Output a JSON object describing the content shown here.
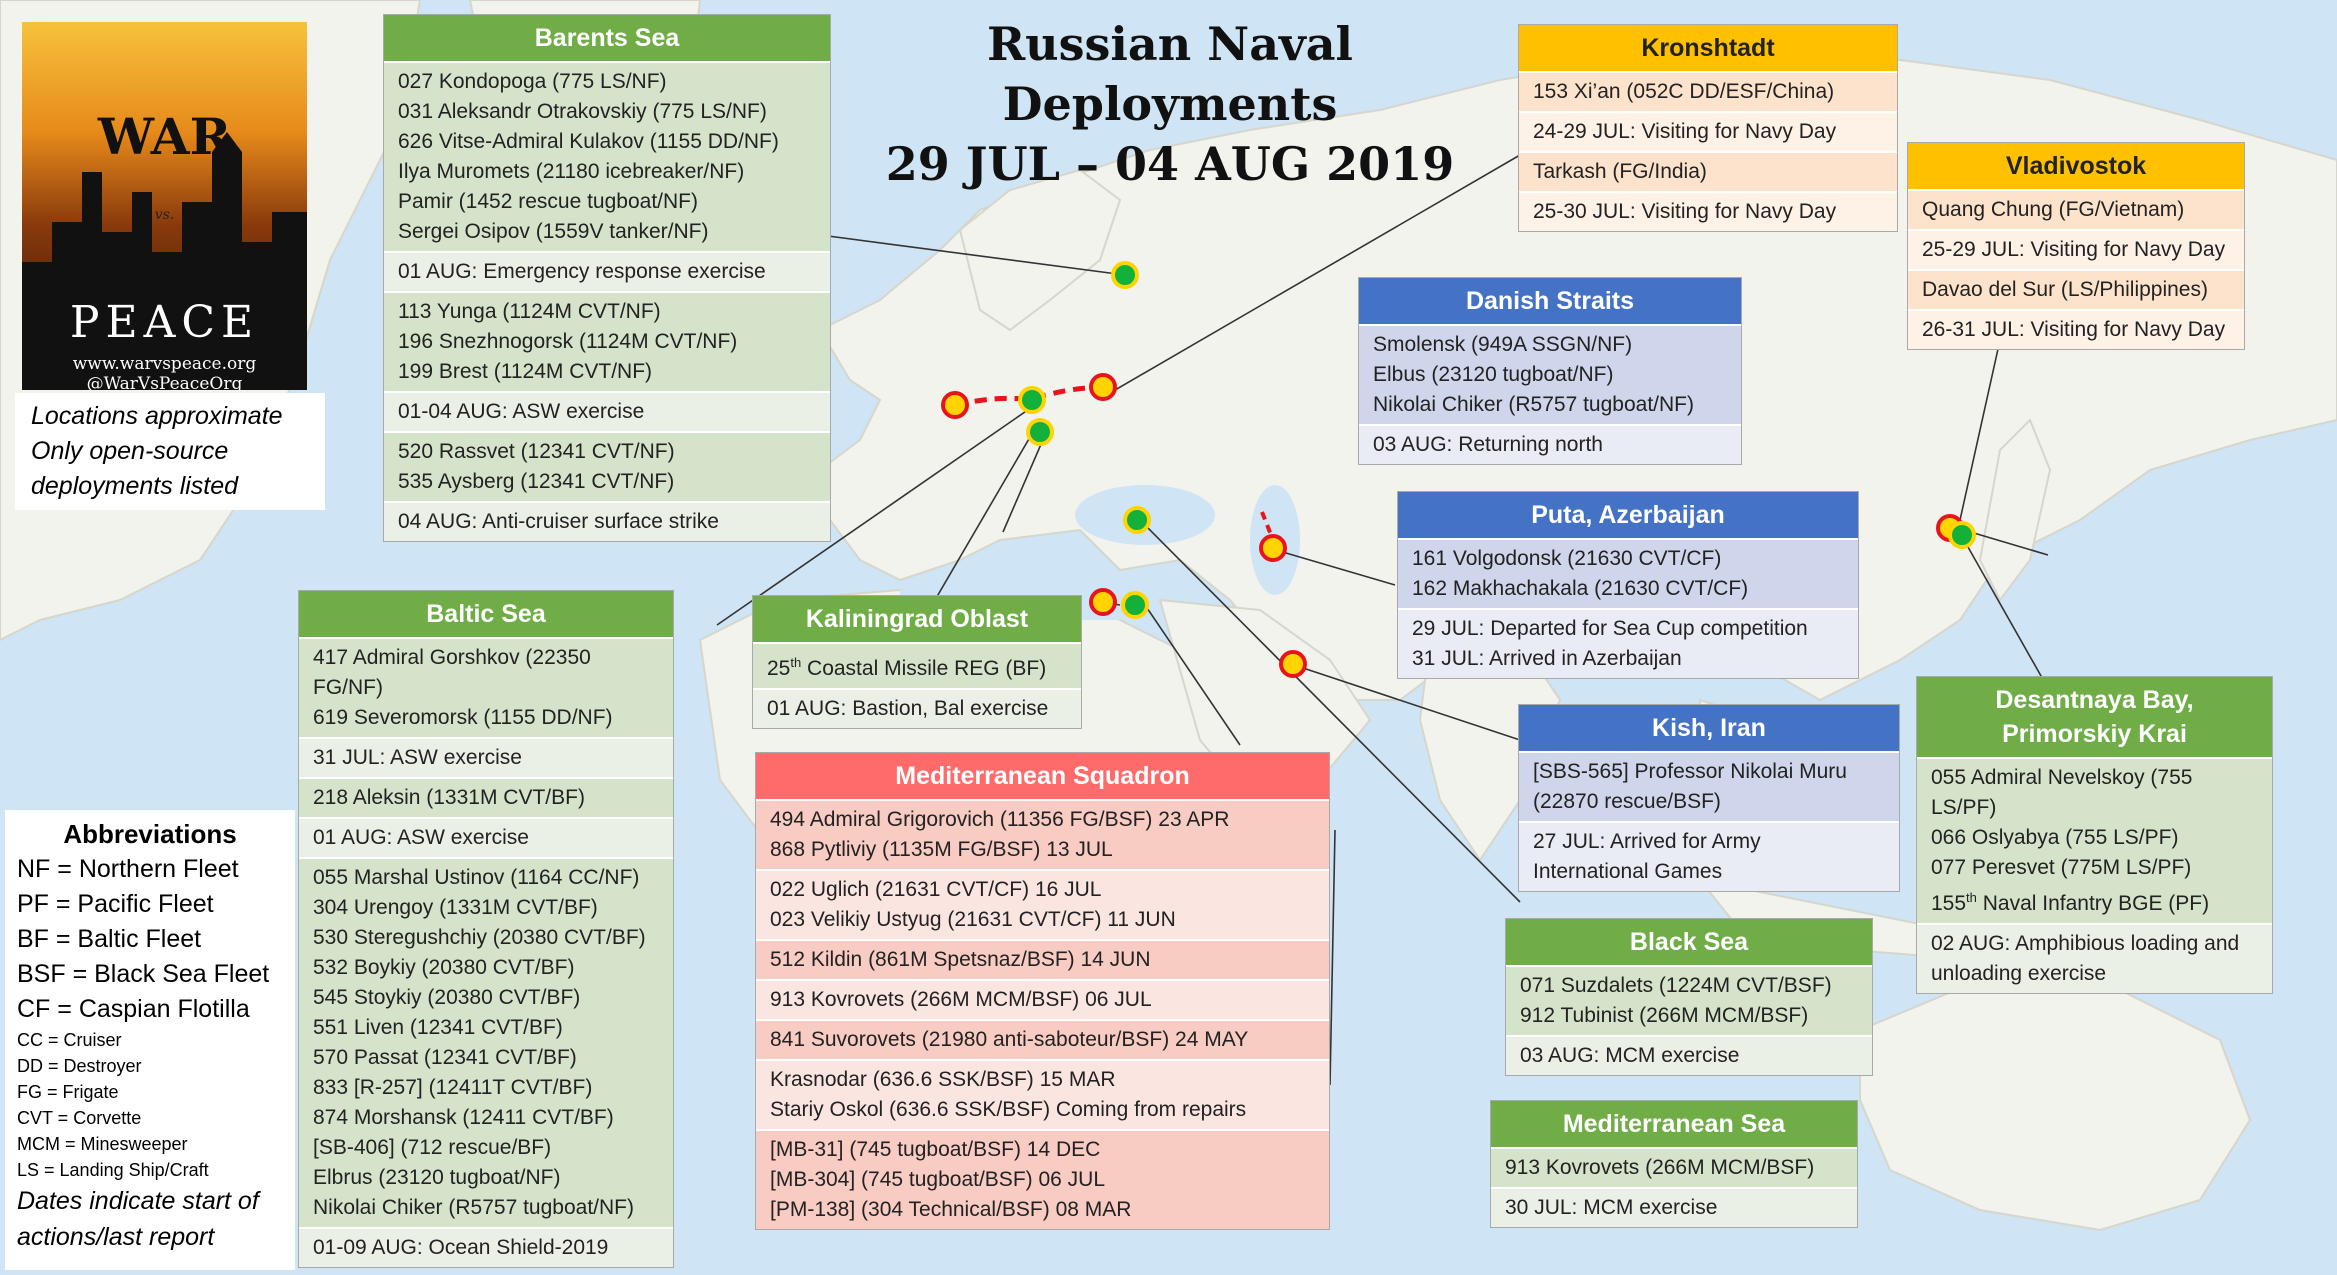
{
  "title": {
    "line1": "Russian Naval Deployments",
    "line2": "29 JUL – 04 AUG 2019"
  },
  "logo": {
    "war": "WAR",
    "vs": "vs.",
    "peace": "PEACE",
    "url1": "www.warvspeace.org",
    "url2": "@WarVsPeaceOrg"
  },
  "note": [
    "Locations approximate",
    "Only open-source",
    "deployments listed"
  ],
  "abbreviations": {
    "title": "Abbreviations",
    "fleets": [
      "NF = Northern Fleet",
      "PF = Pacific Fleet",
      "BF = Baltic Fleet",
      "BSF = Black Sea Fleet",
      "CF = Caspian Flotilla"
    ],
    "types": [
      "CC = Cruiser",
      "DD = Destroyer",
      "FG = Frigate",
      "CVT = Corvette",
      "MCM = Minesweeper",
      "LS = Landing Ship/Craft"
    ],
    "footnote": [
      "Dates indicate start of",
      "actions/last report"
    ]
  },
  "barents": {
    "header": "Barents Sea",
    "sections": [
      [
        "027 Kondopoga (775 LS/NF)",
        "031 Aleksandr Otrakovskiy (775 LS/NF)",
        "626 Vitse-Admiral Kulakov (1155 DD/NF)",
        "Ilya Muromets (21180 icebreaker/NF)",
        "Pamir (1452 rescue tugboat/NF)",
        "Sergei Osipov (1559V tanker/NF)"
      ],
      [
        "01 AUG: Emergency response exercise"
      ],
      [
        "113 Yunga (1124M CVT/NF)",
        "196 Snezhnogorsk (1124M CVT/NF)",
        "199 Brest (1124M CVT/NF)"
      ],
      [
        "01-04 AUG: ASW exercise"
      ],
      [
        "520 Rassvet (12341 CVT/NF)",
        "535 Aysberg (12341 CVT/NF)"
      ],
      [
        "04 AUG: Anti-cruiser surface strike"
      ]
    ]
  },
  "baltic": {
    "header": "Baltic Sea",
    "sections": [
      [
        "417 Admiral Gorshkov (22350 FG/NF)",
        "619 Severomorsk (1155 DD/NF)"
      ],
      [
        "31 JUL: ASW exercise"
      ],
      [
        "218 Aleksin (1331M CVT/BF)"
      ],
      [
        "01 AUG: ASW exercise"
      ],
      [
        "055 Marshal Ustinov (1164 CC/NF)",
        "304 Urengoy (1331M CVT/BF)",
        "530 Steregushchiy (20380 CVT/BF)",
        "532 Boykiy (20380 CVT/BF)",
        "545 Stoykiy (20380 CVT/BF)",
        "551 Liven (12341 CVT/BF)",
        "570 Passat (12341 CVT/BF)",
        "833 [R-257] (12411T CVT/BF)",
        "874 Morshansk (12411 CVT/BF)",
        "[SB-406] (712 rescue/BF)",
        "Elbrus (23120 tugboat/NF)",
        "Nikolai Chiker (R5757 tugboat/NF)"
      ],
      [
        "01-09 AUG: Ocean Shield-2019"
      ]
    ]
  },
  "kaliningrad": {
    "header": "Kaliningrad Oblast",
    "unit_num": "25",
    "unit_sup": "th",
    "unit_rest": " Coastal Missile REG (BF)",
    "event": "01 AUG: Bastion, Bal exercise"
  },
  "med_squadron": {
    "header": "Mediterranean Squadron",
    "sections": [
      [
        "494 Admiral Grigorovich (11356 FG/BSF) 23 APR",
        "868 Pytliviy (1135M FG/BSF) 13 JUL"
      ],
      [
        "022 Uglich (21631 CVT/CF) 16 JUL",
        "023 Velikiy Ustyug (21631 CVT/CF) 11 JUN"
      ],
      [
        "512 Kildin (861M Spetsnaz/BSF) 14 JUN"
      ],
      [
        "913 Kovrovets (266M MCM/BSF) 06 JUL"
      ],
      [
        "841 Suvorovets (21980 anti-saboteur/BSF) 24 MAY"
      ],
      [
        "Krasnodar (636.6 SSK/BSF) 15 MAR",
        "Stariy Oskol (636.6 SSK/BSF) Coming from repairs"
      ],
      [
        "[MB-31] (745 tugboat/BSF) 14 DEC",
        "[MB-304] (745 tugboat/BSF) 06 JUL",
        "[PM-138] (304 Technical/BSF) 08 MAR"
      ]
    ]
  },
  "kronshtadt": {
    "header": "Kronshtadt",
    "sections": [
      [
        "153 Xi’an (052C DD/ESF/China)"
      ],
      [
        "24-29 JUL: Visiting for Navy Day"
      ],
      [
        "Tarkash (FG/India)"
      ],
      [
        "25-30 JUL: Visiting for Navy Day"
      ]
    ]
  },
  "vladivostok": {
    "header": "Vladivostok",
    "sections": [
      [
        "Quang Chung (FG/Vietnam)"
      ],
      [
        "25-29 JUL: Visiting for Navy Day"
      ],
      [
        "Davao del Sur (LS/Philippines)"
      ],
      [
        "26-31 JUL: Visiting for Navy Day"
      ]
    ]
  },
  "danish": {
    "header": "Danish Straits",
    "sections": [
      [
        "Smolensk (949A SSGN/NF)",
        "Elbus (23120 tugboat/NF)",
        "Nikolai Chiker (R5757 tugboat/NF)"
      ],
      [
        "03 AUG: Returning north"
      ]
    ]
  },
  "puta": {
    "header": "Puta, Azerbaijan",
    "sections": [
      [
        "161 Volgodonsk (21630 CVT/CF)",
        "162 Makhachakala (21630 CVT/CF)"
      ],
      [
        "29 JUL: Departed for Sea Cup competition",
        "31 JUL: Arrived in Azerbaijan"
      ]
    ]
  },
  "kish": {
    "header": "Kish, Iran",
    "sections": [
      [
        "[SBS-565] Professor Nikolai Muru",
        "(22870 rescue/BSF)"
      ],
      [
        "27 JUL: Arrived for Army",
        "International Games"
      ]
    ]
  },
  "desantnaya": {
    "header1": "Desantnaya Bay,",
    "header2": "Primorskiy Krai",
    "ships": [
      "055 Admiral Nevelskoy (755 LS/PF)",
      "066 Oslyabya (755 LS/PF)",
      "077 Peresvet (775M LS/PF)"
    ],
    "unit_num": "155",
    "unit_sup": "th",
    "unit_rest": " Naval Infantry BGE (PF)",
    "events": [
      "02 AUG: Amphibious loading and",
      "unloading exercise"
    ]
  },
  "blacksea": {
    "header": "Black Sea",
    "sections": [
      [
        "071 Suzdalets (1224M CVT/BSF)",
        "912 Tubinist (266M MCM/BSF)"
      ],
      [
        "03 AUG: MCM exercise"
      ]
    ]
  },
  "medsea": {
    "header": "Mediterranean Sea",
    "sections": [
      [
        "913 Kovrovets (266M MCM/BSF)"
      ],
      [
        "30 JUL: MCM exercise"
      ]
    ]
  },
  "colors": {
    "ocean": "#cfe4f4",
    "land": "#f3f3ee",
    "green": "#70ad47",
    "blue": "#4472c4",
    "gold": "#ffc000",
    "red": "#ff6b6b",
    "marker_friendly": "#13b13a",
    "marker_foreign": "#ffd400",
    "marker_ring": "#e8141b"
  }
}
